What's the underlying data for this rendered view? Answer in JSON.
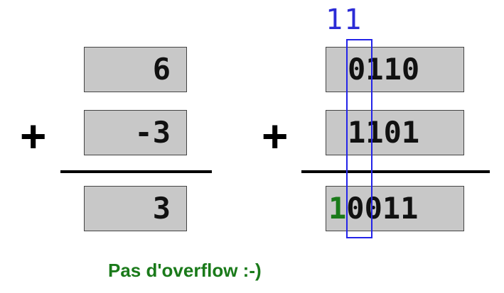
{
  "decimal": {
    "operand_a": "6",
    "operand_b": "-3",
    "operator": "+",
    "result": "3"
  },
  "binary": {
    "carry": "11",
    "operand_a": "0110",
    "operand_b": "1101",
    "operator": "+",
    "result_overflow_digit": "1",
    "result_digits": "0011"
  },
  "caption": "Pas d'overflow :-)",
  "colors": {
    "box_fill": "#c8c8c8",
    "carry_blue": "#2b2bd6",
    "highlight_blue": "#2424e8",
    "overflow_green": "#1a7a1a"
  }
}
